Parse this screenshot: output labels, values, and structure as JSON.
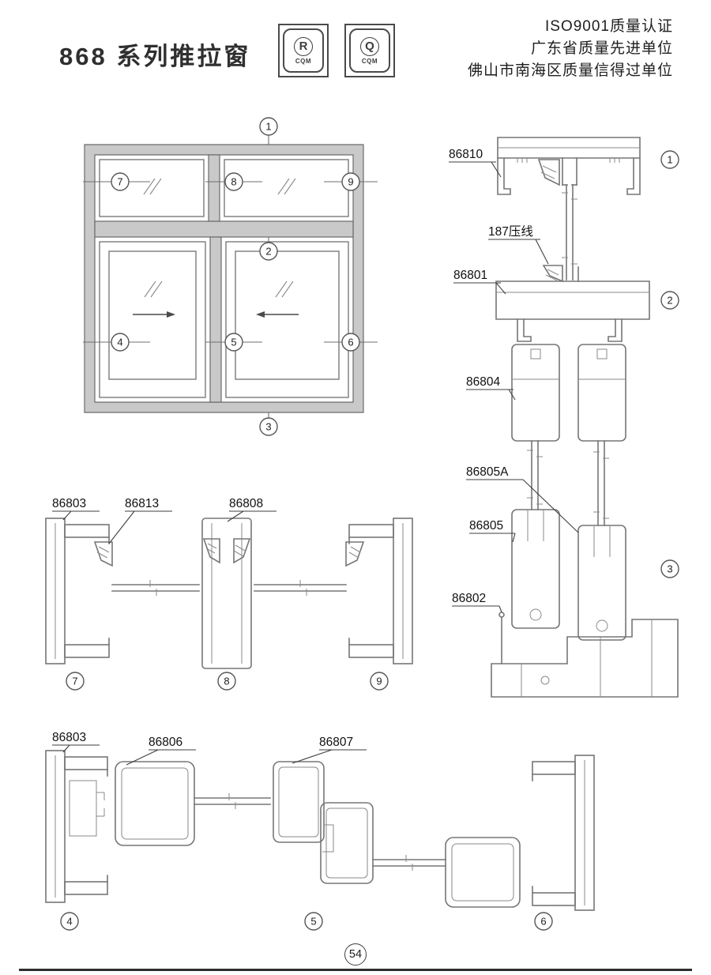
{
  "colors": {
    "line": "#767676",
    "frame_fill": "#c9c9c9",
    "text": "#111111"
  },
  "header": {
    "title": "868 系列推拉窗",
    "stamps": [
      {
        "letter": "R",
        "sub": "CQM"
      },
      {
        "letter": "Q",
        "sub": "CQM"
      }
    ],
    "cert_lines": [
      "ISO9001质量认证",
      "广东省质量先进单位",
      "佛山市南海区质量信得过单位"
    ]
  },
  "elevation": {
    "callouts": [
      "1",
      "2",
      "3",
      "4",
      "5",
      "6",
      "7",
      "8",
      "9"
    ]
  },
  "vsec": {
    "labels": [
      "86810",
      "187压线",
      "86801",
      "86804",
      "86805A",
      "86805",
      "86802"
    ],
    "callouts": [
      "1",
      "2",
      "3"
    ]
  },
  "msec": {
    "labels": [
      "86803",
      "86813",
      "86808"
    ],
    "callouts": [
      "7",
      "8",
      "9"
    ]
  },
  "bsec": {
    "labels": [
      "86803",
      "86806",
      "86807"
    ],
    "callouts": [
      "4",
      "5",
      "6"
    ]
  },
  "footer": {
    "page": "54"
  }
}
